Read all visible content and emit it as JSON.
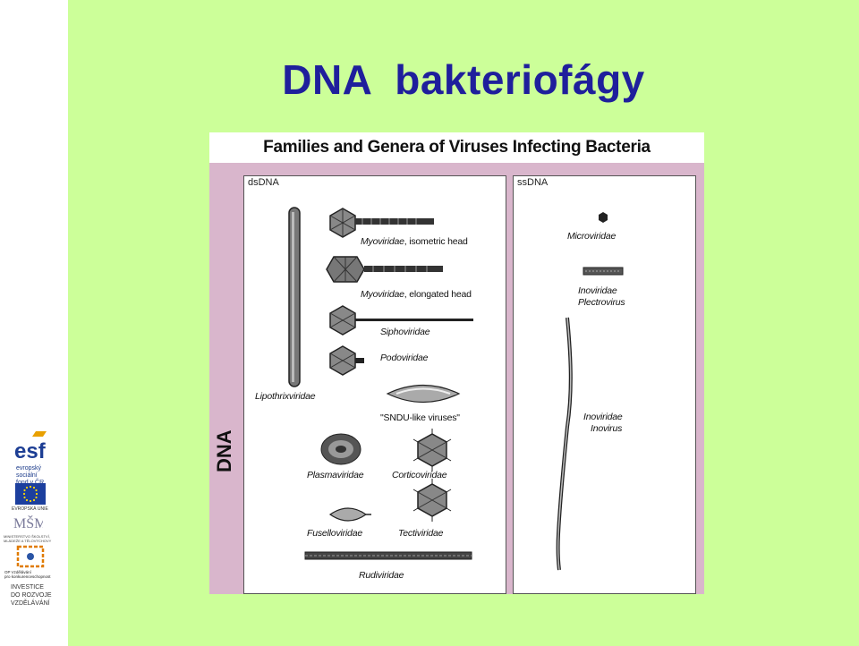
{
  "slide": {
    "title": "DNA  bakteriofágy",
    "background": "#ccff99",
    "title_color": "#1f1f9c"
  },
  "figure": {
    "header": "Families and Genera of Viruses Infecting Bacteria",
    "side_label": "DNA",
    "panels": {
      "ds_label": "dsDNA",
      "ss_label": "ssDNA"
    },
    "labels": {
      "myo1_name": "Myoviridae",
      "myo1_note": ", isometric head",
      "myo2_name": "Myoviridae",
      "myo2_note": ", elongated head",
      "sipho": "Siphoviridae",
      "podo": "Podoviridae",
      "lipo": "Lipothrixviridae",
      "sndu": "\"SNDU-like viruses\"",
      "plasma": "Plasmaviridae",
      "cortico": "Corticoviridae",
      "fusello": "Fuselloviridae",
      "tecti": "Tectiviridae",
      "rudi": "Rudiviridae",
      "micro": "Microviridae",
      "ino1": "Inoviridae",
      "plectro": "Plectrovirus",
      "ino2": "Inoviridae",
      "inovirus": "Inovirus"
    }
  },
  "sidebar": {
    "esf_logo": "esf",
    "esf_line1": "evropský",
    "esf_line2": "sociální",
    "esf_line3": "fond v ČR",
    "eu_caption": "EVROPSKÁ UNIE",
    "msmt_logo": "MŠMT",
    "msmt_caption1": "MINISTERSTVO ŠKOLSTVÍ,",
    "msmt_caption2": "MLÁDEŽE A TĚLOVÝCHOVY",
    "op_caption1": "OP Vzdělávání",
    "op_caption2": "pro konkurenceschopnost",
    "invest1": "INVESTICE",
    "invest2": "DO ROZVOJE",
    "invest3": "VZDĚLÁVÁNÍ"
  }
}
